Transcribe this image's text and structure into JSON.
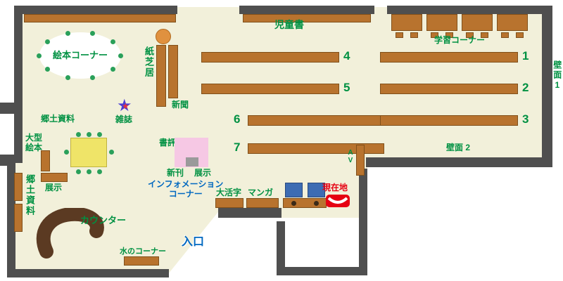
{
  "colors": {
    "floor": "#f2f0da",
    "wall": "#4f4f4f",
    "shelf": "#b8732e",
    "shelf_edge": "#80501a",
    "green": "#009142",
    "blue": "#0068c0",
    "red": "#e60012",
    "counter": "#5b3a22",
    "table": "#efe468",
    "table_edge": "#c0b23e",
    "pink": "#f6c8e4",
    "gray_box": "#9a9a9a",
    "machine": "#3d6cb3",
    "orange": "#e0913f",
    "chair": "#2aa05a",
    "star_outer": "#4b3fd6",
    "star_inner": "#e8323c"
  },
  "labels": {
    "children_books": "児童書",
    "study_corner": "学習コーナー",
    "wall_face_1": "壁面1",
    "wall_face_2": "壁面 2",
    "picture_book_corner": "絵本コーナー",
    "kamishibai": "紙芝居",
    "newspaper": "新聞",
    "magazines": "雑誌",
    "local_materials": "郷土資料",
    "large_books_1": "大型",
    "large_books_2": "絵本",
    "exhibit_left": "展示",
    "local_materials_side": "郷土資料",
    "book_review": "書評",
    "new_books": "新刊",
    "exhibit_display": "展示",
    "info_1": "インフォメーション",
    "info_2": "コーナー",
    "large_print": "大活字",
    "manga": "マンガ",
    "you_are_here": "現在地",
    "counter": "カウンター",
    "water_corner": "水のコーナー",
    "entrance": "入口",
    "av": "AV"
  },
  "shelf_numbers": [
    "1",
    "2",
    "3",
    "4",
    "5",
    "6",
    "7"
  ]
}
